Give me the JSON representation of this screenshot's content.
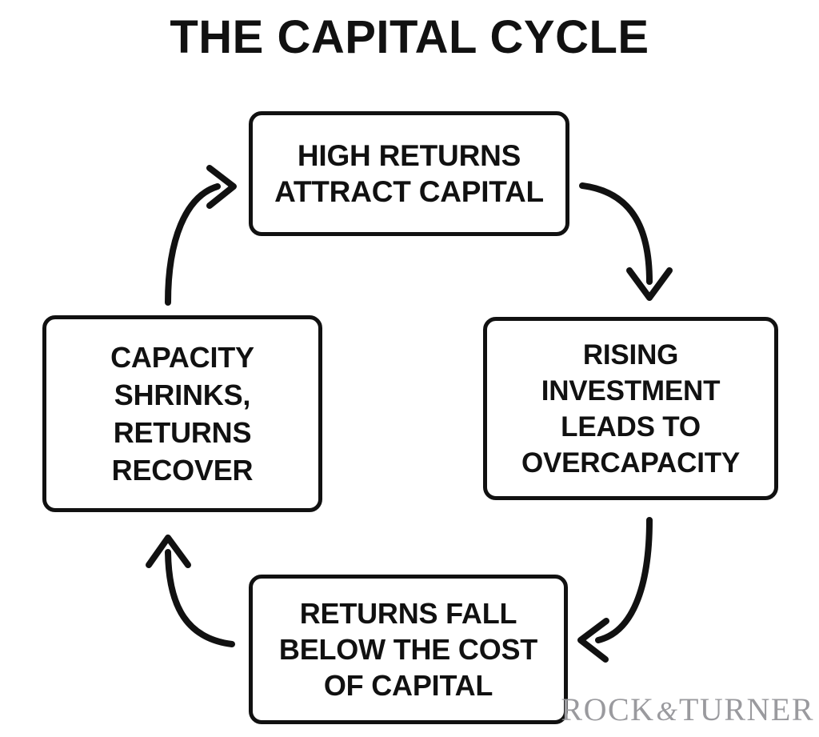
{
  "page": {
    "title": "THE CAPITAL CYCLE",
    "background_color": "#ffffff",
    "ink_color": "#111111"
  },
  "diagram": {
    "type": "cycle",
    "nodes": [
      {
        "id": "high-returns-attract-capital",
        "position": "top",
        "lines": [
          "HIGH RETURNS",
          "ATTRACT CAPITAL"
        ]
      },
      {
        "id": "rising-investment-leads-to-overcapacity",
        "position": "right",
        "lines": [
          "RISING",
          "INVESTMENT",
          "LEADS TO",
          "OVERCAPACITY"
        ]
      },
      {
        "id": "returns-fall-below-the-cost-of-capital",
        "position": "bottom",
        "lines": [
          "RETURNS FALL",
          "BELOW THE COST",
          "OF CAPITAL"
        ]
      },
      {
        "id": "capacity-shrinks-returns-recover",
        "position": "left",
        "lines": [
          "CAPACITY",
          "SHRINKS,",
          "RETURNS",
          "RECOVER"
        ]
      }
    ],
    "connectors": [
      {
        "id": "top-to-right",
        "from": "top",
        "to": "right",
        "style": "curved-arrow",
        "direction": "clockwise"
      },
      {
        "id": "right-to-bottom",
        "from": "right",
        "to": "bottom",
        "style": "curved-arrow",
        "direction": "clockwise"
      },
      {
        "id": "bottom-to-left",
        "from": "bottom",
        "to": "left",
        "style": "curved-arrow",
        "direction": "clockwise"
      },
      {
        "id": "left-to-top",
        "from": "left",
        "to": "top",
        "style": "curved-arrow",
        "direction": "clockwise"
      }
    ]
  },
  "watermark": {
    "left_word": "ROCK",
    "ampersand": "&",
    "right_word": "TURNER",
    "color": "#9a9a9e"
  }
}
